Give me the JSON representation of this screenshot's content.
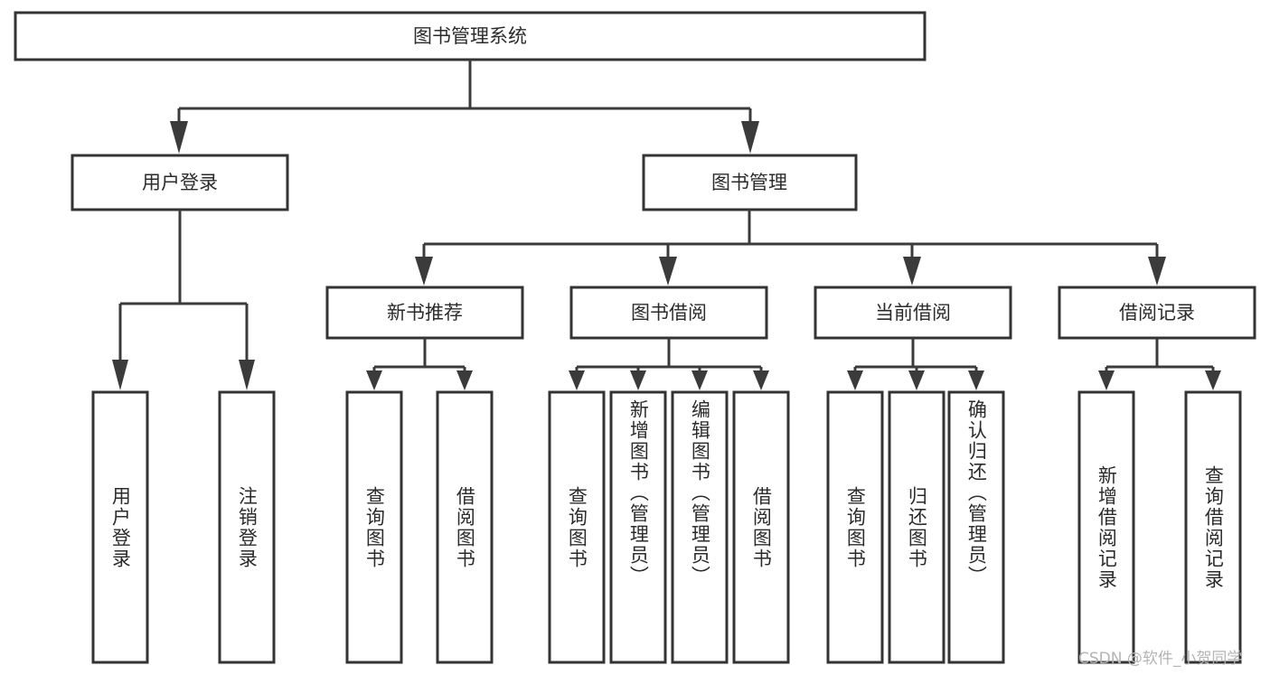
{
  "diagram": {
    "type": "tree-hierarchy",
    "title": "图书管理系统",
    "watermark": "CSDN @软件_小贺同学",
    "colors": {
      "box_stroke": "#333333",
      "box_fill": "#ffffff",
      "connector": "#3b3b3b",
      "text": "#2b2b2b",
      "watermark": "#b4b4b4",
      "background": "#ffffff"
    },
    "root": {
      "label": "图书管理系统"
    },
    "level2": [
      {
        "label": "用户登录"
      },
      {
        "label": "图书管理"
      }
    ],
    "level3": [
      {
        "label": "新书推荐"
      },
      {
        "label": "图书借阅"
      },
      {
        "label": "当前借阅"
      },
      {
        "label": "借阅记录"
      }
    ],
    "leaves": {
      "user_login": [
        {
          "label": "用户登录"
        },
        {
          "label": "注销登录"
        }
      ],
      "new_book_recommend": [
        {
          "label": "查询图书"
        },
        {
          "label": "借阅图书"
        }
      ],
      "book_borrow": [
        {
          "label": "查询图书"
        },
        {
          "label": "新增图书（管理员）"
        },
        {
          "label": "编辑图书（管理员）"
        },
        {
          "label": "借阅图书"
        }
      ],
      "current_borrow": [
        {
          "label": "查询图书"
        },
        {
          "label": "归还图书"
        },
        {
          "label": "确认归还（管理员）"
        }
      ],
      "borrow_records": [
        {
          "label": "新增借阅记录"
        },
        {
          "label": "查询借阅记录"
        }
      ]
    }
  }
}
